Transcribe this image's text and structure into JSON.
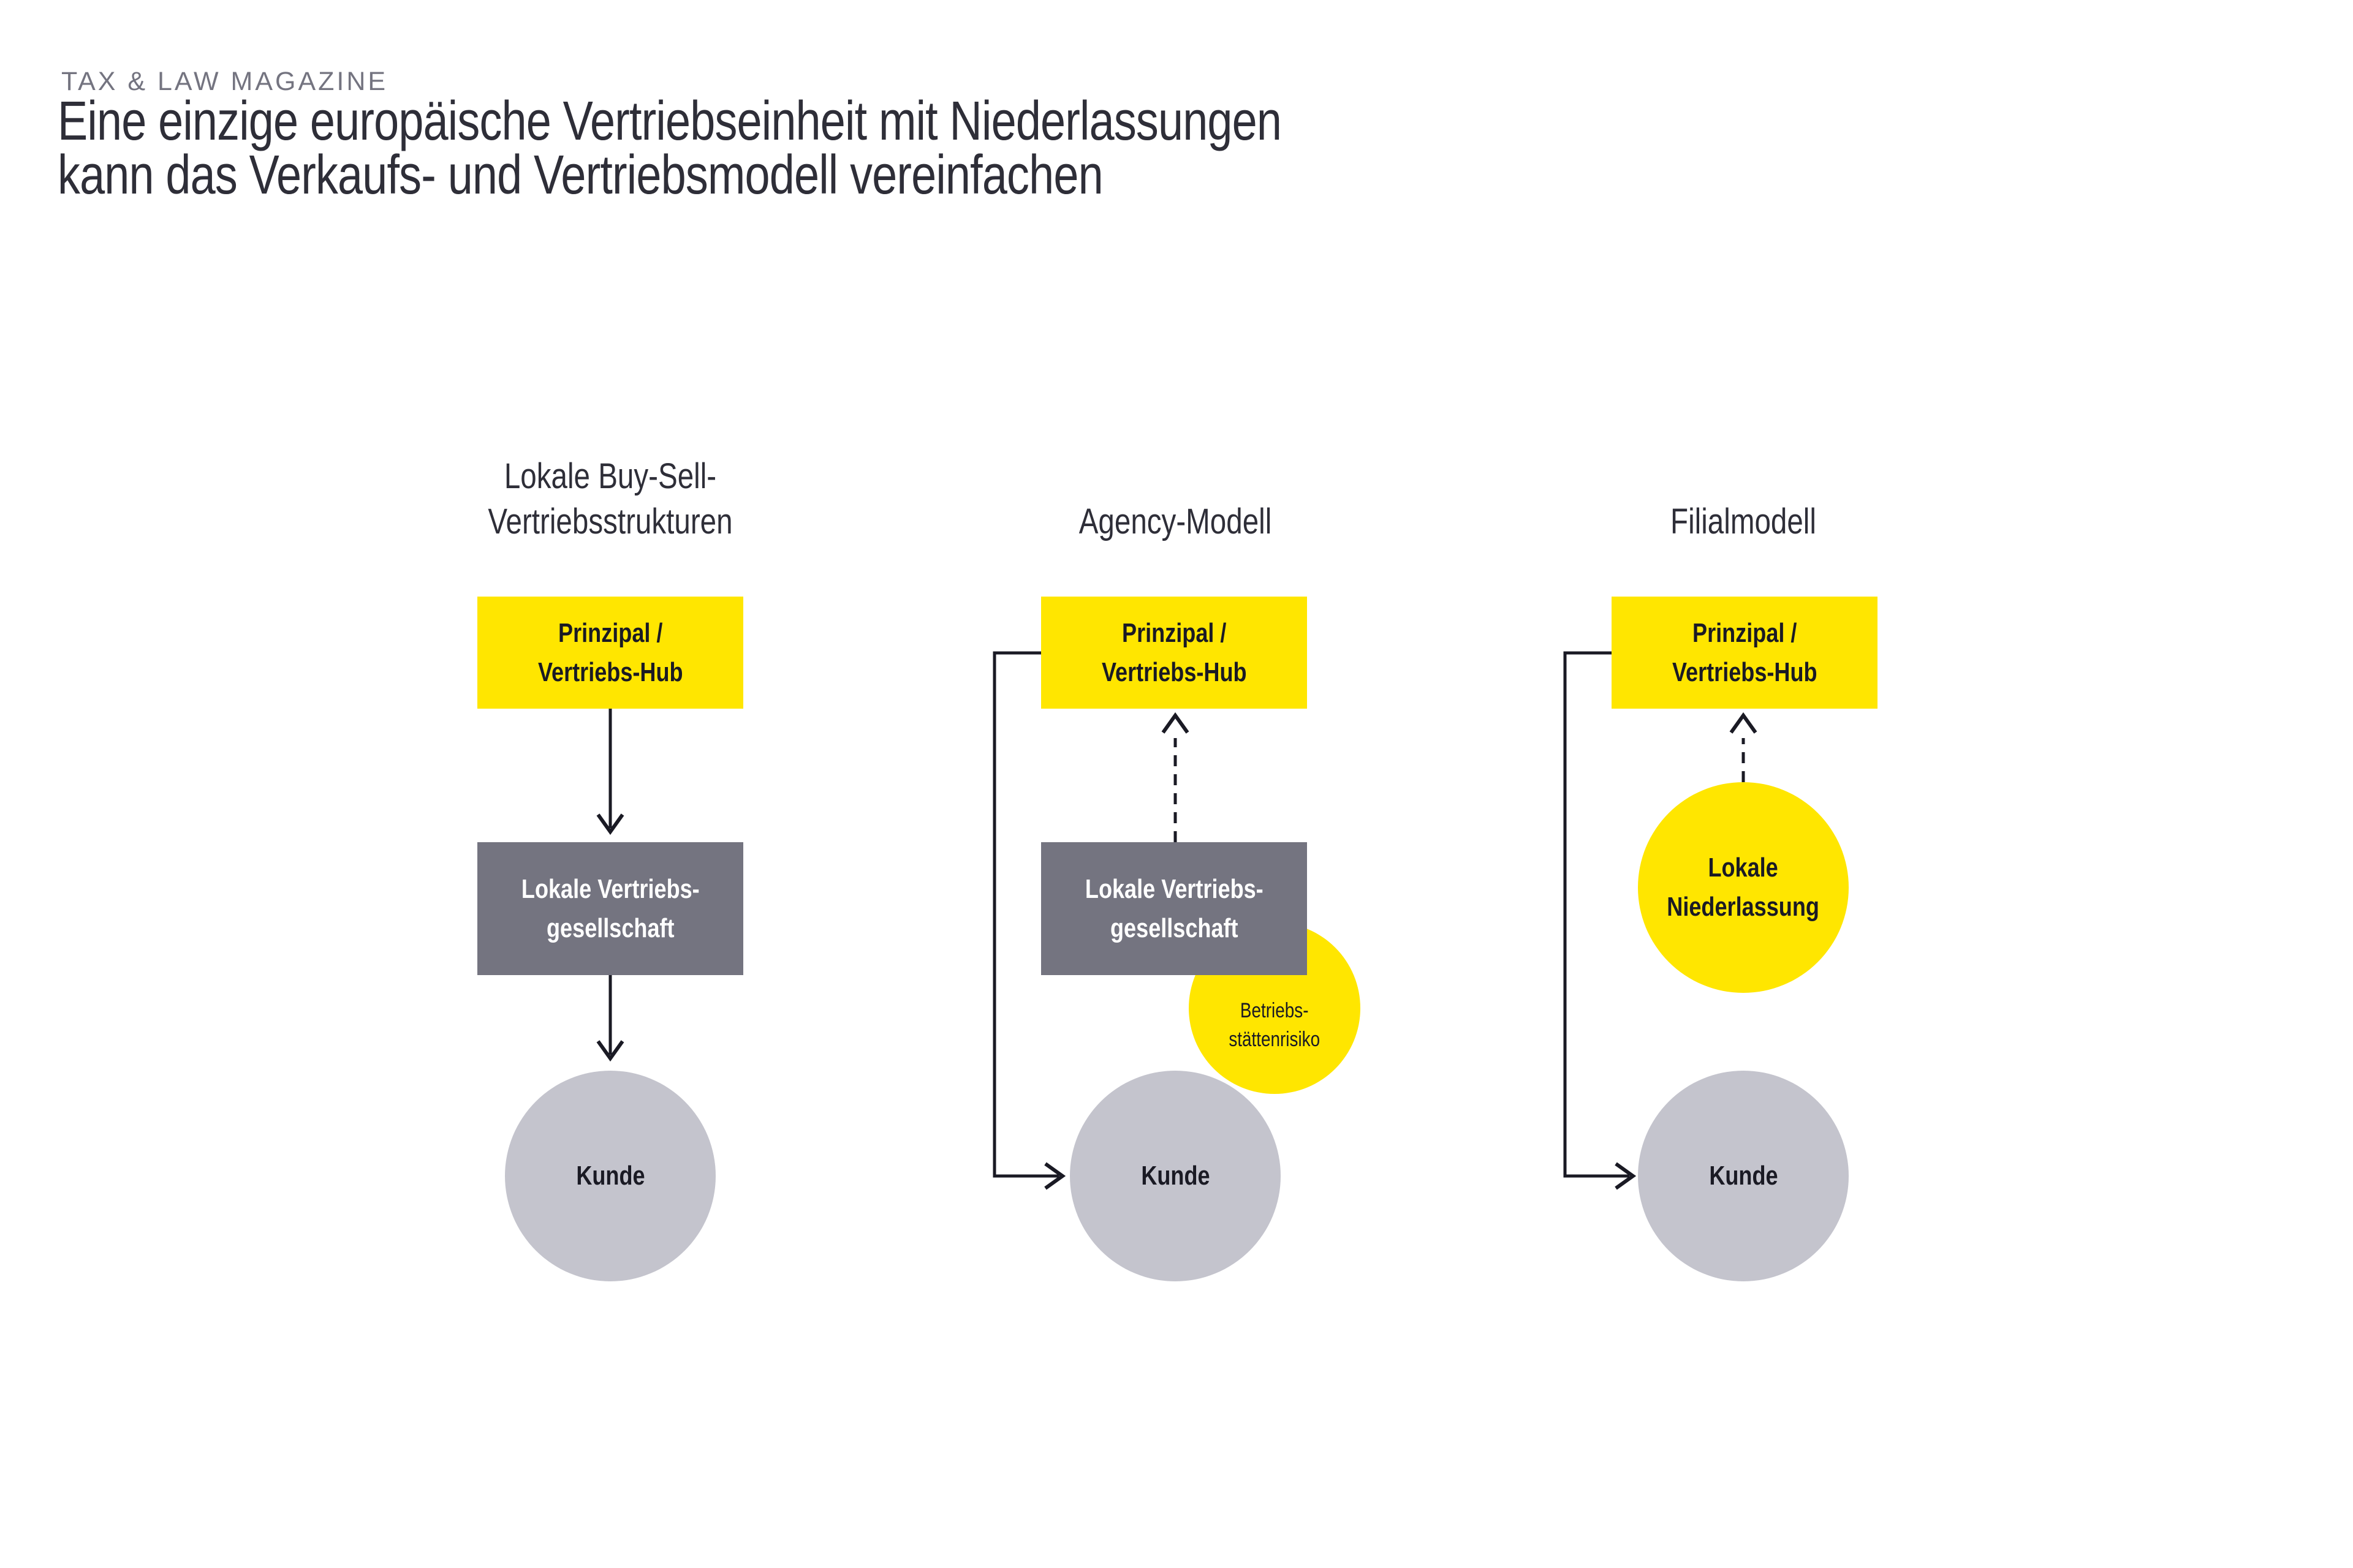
{
  "header": {
    "eyebrow": "TAX & LAW MAGAZINE",
    "title_line1": "Eine einzige europäische Vertriebseinheit mit Niederlassungen",
    "title_line2": "kann das Verkaufs- und Vertriebsmodell vereinfachen"
  },
  "colors": {
    "accent_yellow": "#FFE600",
    "dark_gray": "#747480",
    "light_gray": "#C4C4CD",
    "ink": "#2E2E38"
  },
  "diagram": {
    "columns": [
      {
        "title_line1": "Lokale Buy-Sell-",
        "title_line2": "Vertriebsstrukturen",
        "hub_line1": "Prinzipal /",
        "hub_line2": "Vertriebs-Hub",
        "subsidiary_line1": "Lokale Vertriebs-",
        "subsidiary_line2": "gesellschaft",
        "customer": "Kunde"
      },
      {
        "title": "Agency-Modell",
        "hub_line1": "Prinzipal /",
        "hub_line2": "Vertriebs-Hub",
        "subsidiary_line1": "Lokale Vertriebs-",
        "subsidiary_line2": "gesellschaft",
        "risk_line1": "Betriebs-",
        "risk_line2": "stättenrisiko",
        "customer": "Kunde"
      },
      {
        "title": "Filialmodell",
        "hub_line1": "Prinzipal /",
        "hub_line2": "Vertriebs-Hub",
        "branch_line1": "Lokale",
        "branch_line2": "Niederlassung",
        "customer": "Kunde"
      }
    ]
  }
}
